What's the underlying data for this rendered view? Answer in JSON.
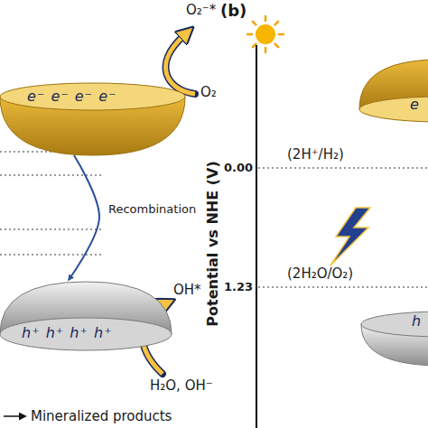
{
  "diagram": {
    "nodes": [
      {
        "text": [
          "e⁻ e⁻ e⁻ e⁻"
        ]
      },
      {
        "text": [
          "h⁺ h⁺ h⁺ h⁺"
        ]
      },
      {
        "text": [
          "e"
        ]
      },
      {
        "text": [
          "h"
        ]
      }
    ],
    "edges": [
      {
        "from": 0,
        "to": 1,
        "arrow": "to",
        "label": "Recombination"
      }
    ],
    "labels": [
      "O₂⁻*",
      "O₂",
      "OH*",
      "H₂O, OH⁻",
      "Mineralized products",
      "(b)",
      "Potential vs NHE (V)",
      "0.00",
      "(2H⁺/H₂)",
      "1.23",
      "(2H₂O/O₂)"
    ]
  }
}
